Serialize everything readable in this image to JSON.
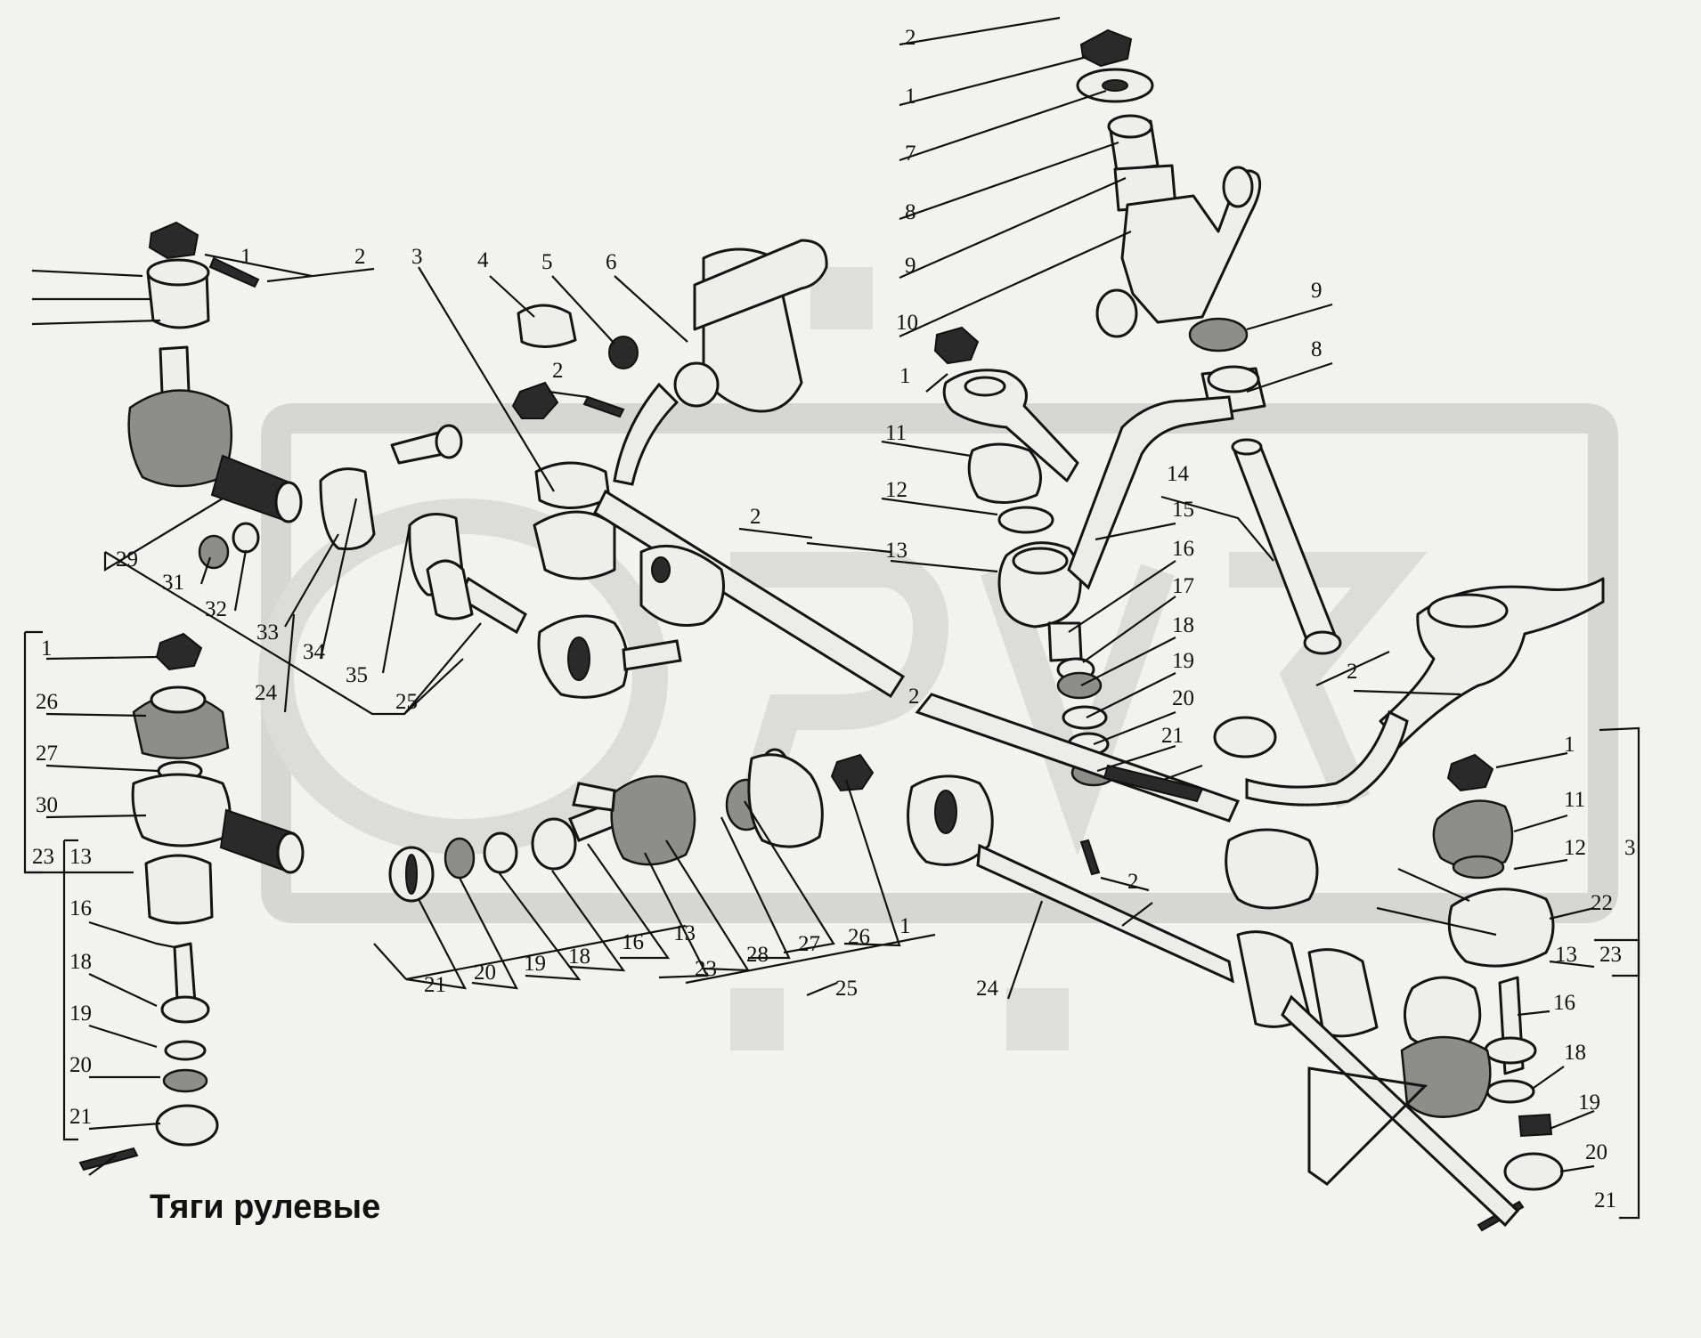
{
  "caption": "Тяги рулевые",
  "colors": {
    "background": "#f2f2ef",
    "ink": "#111111",
    "watermark": "#d6d6d3"
  },
  "labels": [
    {
      "id": "L1",
      "text": "2"
    },
    {
      "id": "L2",
      "text": "1"
    },
    {
      "id": "L3",
      "text": "7"
    },
    {
      "id": "L4",
      "text": "8"
    },
    {
      "id": "L5",
      "text": "9"
    },
    {
      "id": "L6",
      "text": "10"
    },
    {
      "id": "L7",
      "text": "9"
    },
    {
      "id": "L8",
      "text": "8"
    },
    {
      "id": "L9",
      "text": "1"
    },
    {
      "id": "L10",
      "text": "11"
    },
    {
      "id": "L11",
      "text": "12"
    },
    {
      "id": "L12",
      "text": "13"
    },
    {
      "id": "L13",
      "text": "14"
    },
    {
      "id": "L14",
      "text": "15"
    },
    {
      "id": "L15",
      "text": "16"
    },
    {
      "id": "L16",
      "text": "17"
    },
    {
      "id": "L17",
      "text": "18"
    },
    {
      "id": "L18",
      "text": "19"
    },
    {
      "id": "L19",
      "text": "20"
    },
    {
      "id": "L20",
      "text": "21"
    },
    {
      "id": "L21",
      "text": "2"
    },
    {
      "id": "L22",
      "text": "2"
    },
    {
      "id": "L23",
      "text": "1"
    },
    {
      "id": "L24",
      "text": "2"
    },
    {
      "id": "L25",
      "text": "3"
    },
    {
      "id": "L26",
      "text": "4"
    },
    {
      "id": "L27",
      "text": "5"
    },
    {
      "id": "L28",
      "text": "6"
    },
    {
      "id": "L29",
      "text": "2"
    },
    {
      "id": "L30",
      "text": "29"
    },
    {
      "id": "L31",
      "text": "31"
    },
    {
      "id": "L32",
      "text": "32"
    },
    {
      "id": "L33",
      "text": "33"
    },
    {
      "id": "L34",
      "text": "34"
    },
    {
      "id": "L35",
      "text": "35"
    },
    {
      "id": "L36",
      "text": "24"
    },
    {
      "id": "L37",
      "text": "25"
    },
    {
      "id": "L38",
      "text": "1"
    },
    {
      "id": "L39",
      "text": "26"
    },
    {
      "id": "L40",
      "text": "27"
    },
    {
      "id": "L41",
      "text": "30"
    },
    {
      "id": "L42",
      "text": "23"
    },
    {
      "id": "L43",
      "text": "13"
    },
    {
      "id": "L44",
      "text": "16"
    },
    {
      "id": "L45",
      "text": "18"
    },
    {
      "id": "L46",
      "text": "19"
    },
    {
      "id": "L47",
      "text": "20"
    },
    {
      "id": "L48",
      "text": "21"
    },
    {
      "id": "L49",
      "text": "21"
    },
    {
      "id": "L50",
      "text": "20"
    },
    {
      "id": "L51",
      "text": "19"
    },
    {
      "id": "L52",
      "text": "18"
    },
    {
      "id": "L53",
      "text": "16"
    },
    {
      "id": "L54",
      "text": "13"
    },
    {
      "id": "L55",
      "text": "23"
    },
    {
      "id": "L56",
      "text": "28"
    },
    {
      "id": "L57",
      "text": "27"
    },
    {
      "id": "L58",
      "text": "26"
    },
    {
      "id": "L59",
      "text": "1"
    },
    {
      "id": "L60",
      "text": "25"
    },
    {
      "id": "L61",
      "text": "24"
    },
    {
      "id": "L62",
      "text": "2"
    },
    {
      "id": "L63",
      "text": "1"
    },
    {
      "id": "L64",
      "text": "11"
    },
    {
      "id": "L65",
      "text": "12"
    },
    {
      "id": "L66",
      "text": "3"
    },
    {
      "id": "L67",
      "text": "22"
    },
    {
      "id": "L68",
      "text": "13"
    },
    {
      "id": "L69",
      "text": "23"
    },
    {
      "id": "L70",
      "text": "16"
    },
    {
      "id": "L71",
      "text": "18"
    },
    {
      "id": "L72",
      "text": "19"
    },
    {
      "id": "L73",
      "text": "20"
    },
    {
      "id": "L74",
      "text": "21"
    },
    {
      "id": "L75",
      "text": "2"
    }
  ]
}
